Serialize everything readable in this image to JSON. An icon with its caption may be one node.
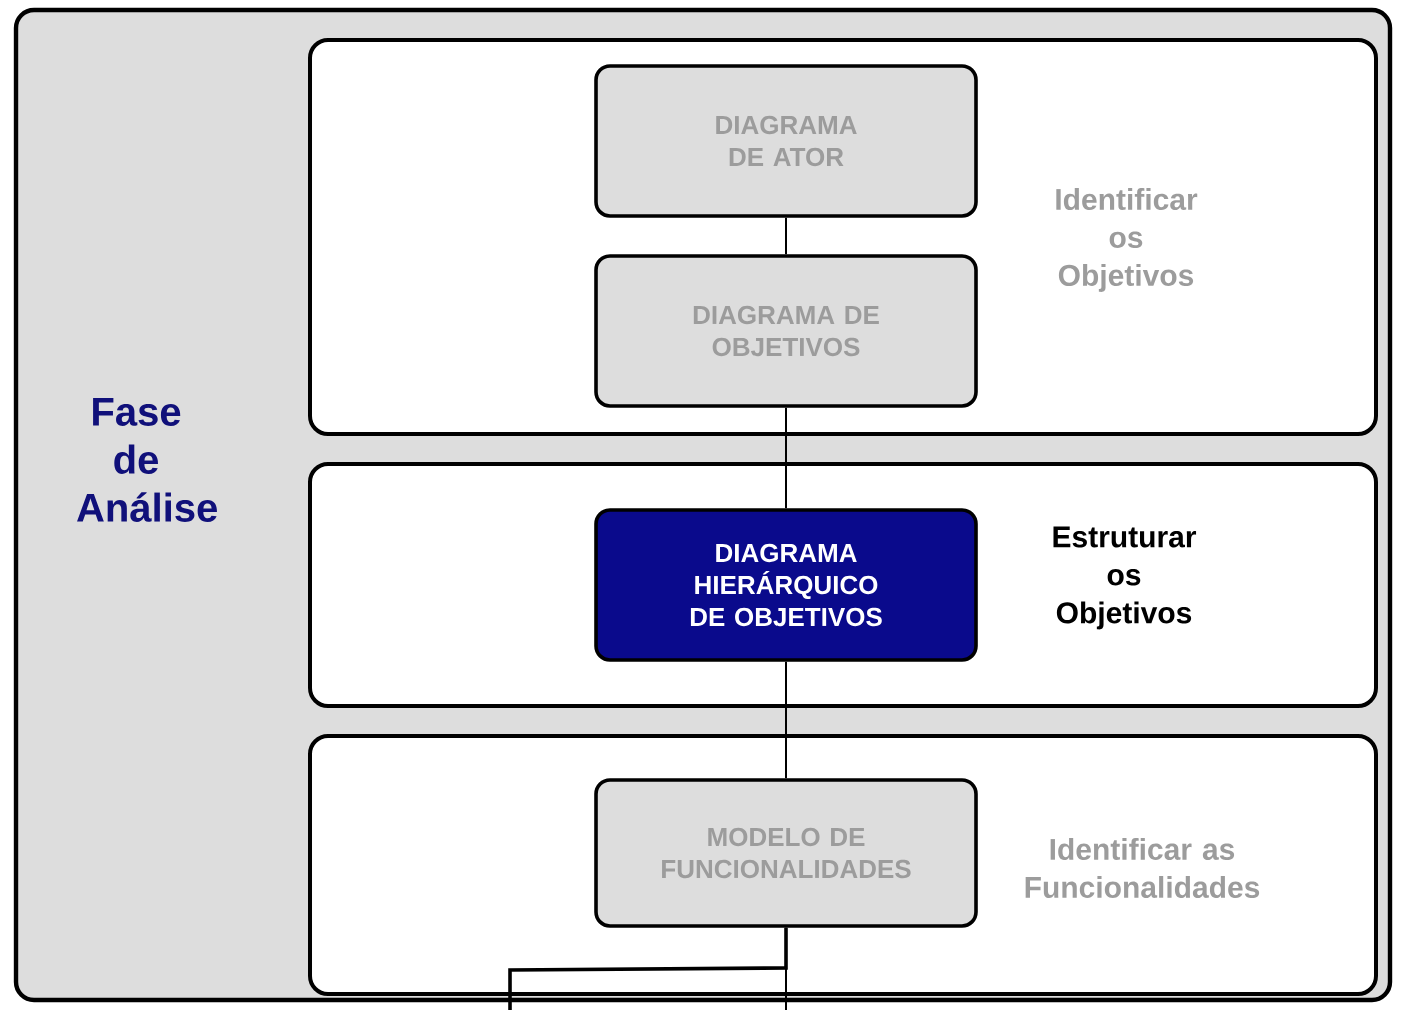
{
  "diagram": {
    "nodes": [
      {
        "text": [
          "Fase de Análise"
        ]
      },
      {
        "text": [
          "Identificar os Objetivos"
        ],
        "in": 0
      },
      {
        "text": [
          "DIAGRAMA DE ATOR"
        ],
        "in": 1
      },
      {
        "text": [
          "DIAGRAMA DE OBJETIVOS"
        ],
        "in": 1
      },
      {
        "text": [
          "Estruturar os Objetivos"
        ],
        "in": 0
      },
      {
        "text": [
          "DIAGRAMA HIERÁRQUICO DE OBJETIVOS"
        ],
        "in": 4
      },
      {
        "text": [
          "Identificar as Funcionalidades"
        ],
        "in": 0
      },
      {
        "text": [
          "MODELO DE FUNCIONALIDADES"
        ],
        "in": 6
      }
    ],
    "edges": [
      {
        "from": 2,
        "to": 3,
        "arrow": "none"
      },
      {
        "from": 3,
        "to": 5,
        "arrow": "none"
      },
      {
        "from": 5,
        "to": 7,
        "arrow": "none"
      },
      {
        "from": 7,
        "to": null,
        "arrow": "none"
      },
      {
        "from": 7,
        "to": null,
        "arrow": "none"
      }
    ]
  }
}
